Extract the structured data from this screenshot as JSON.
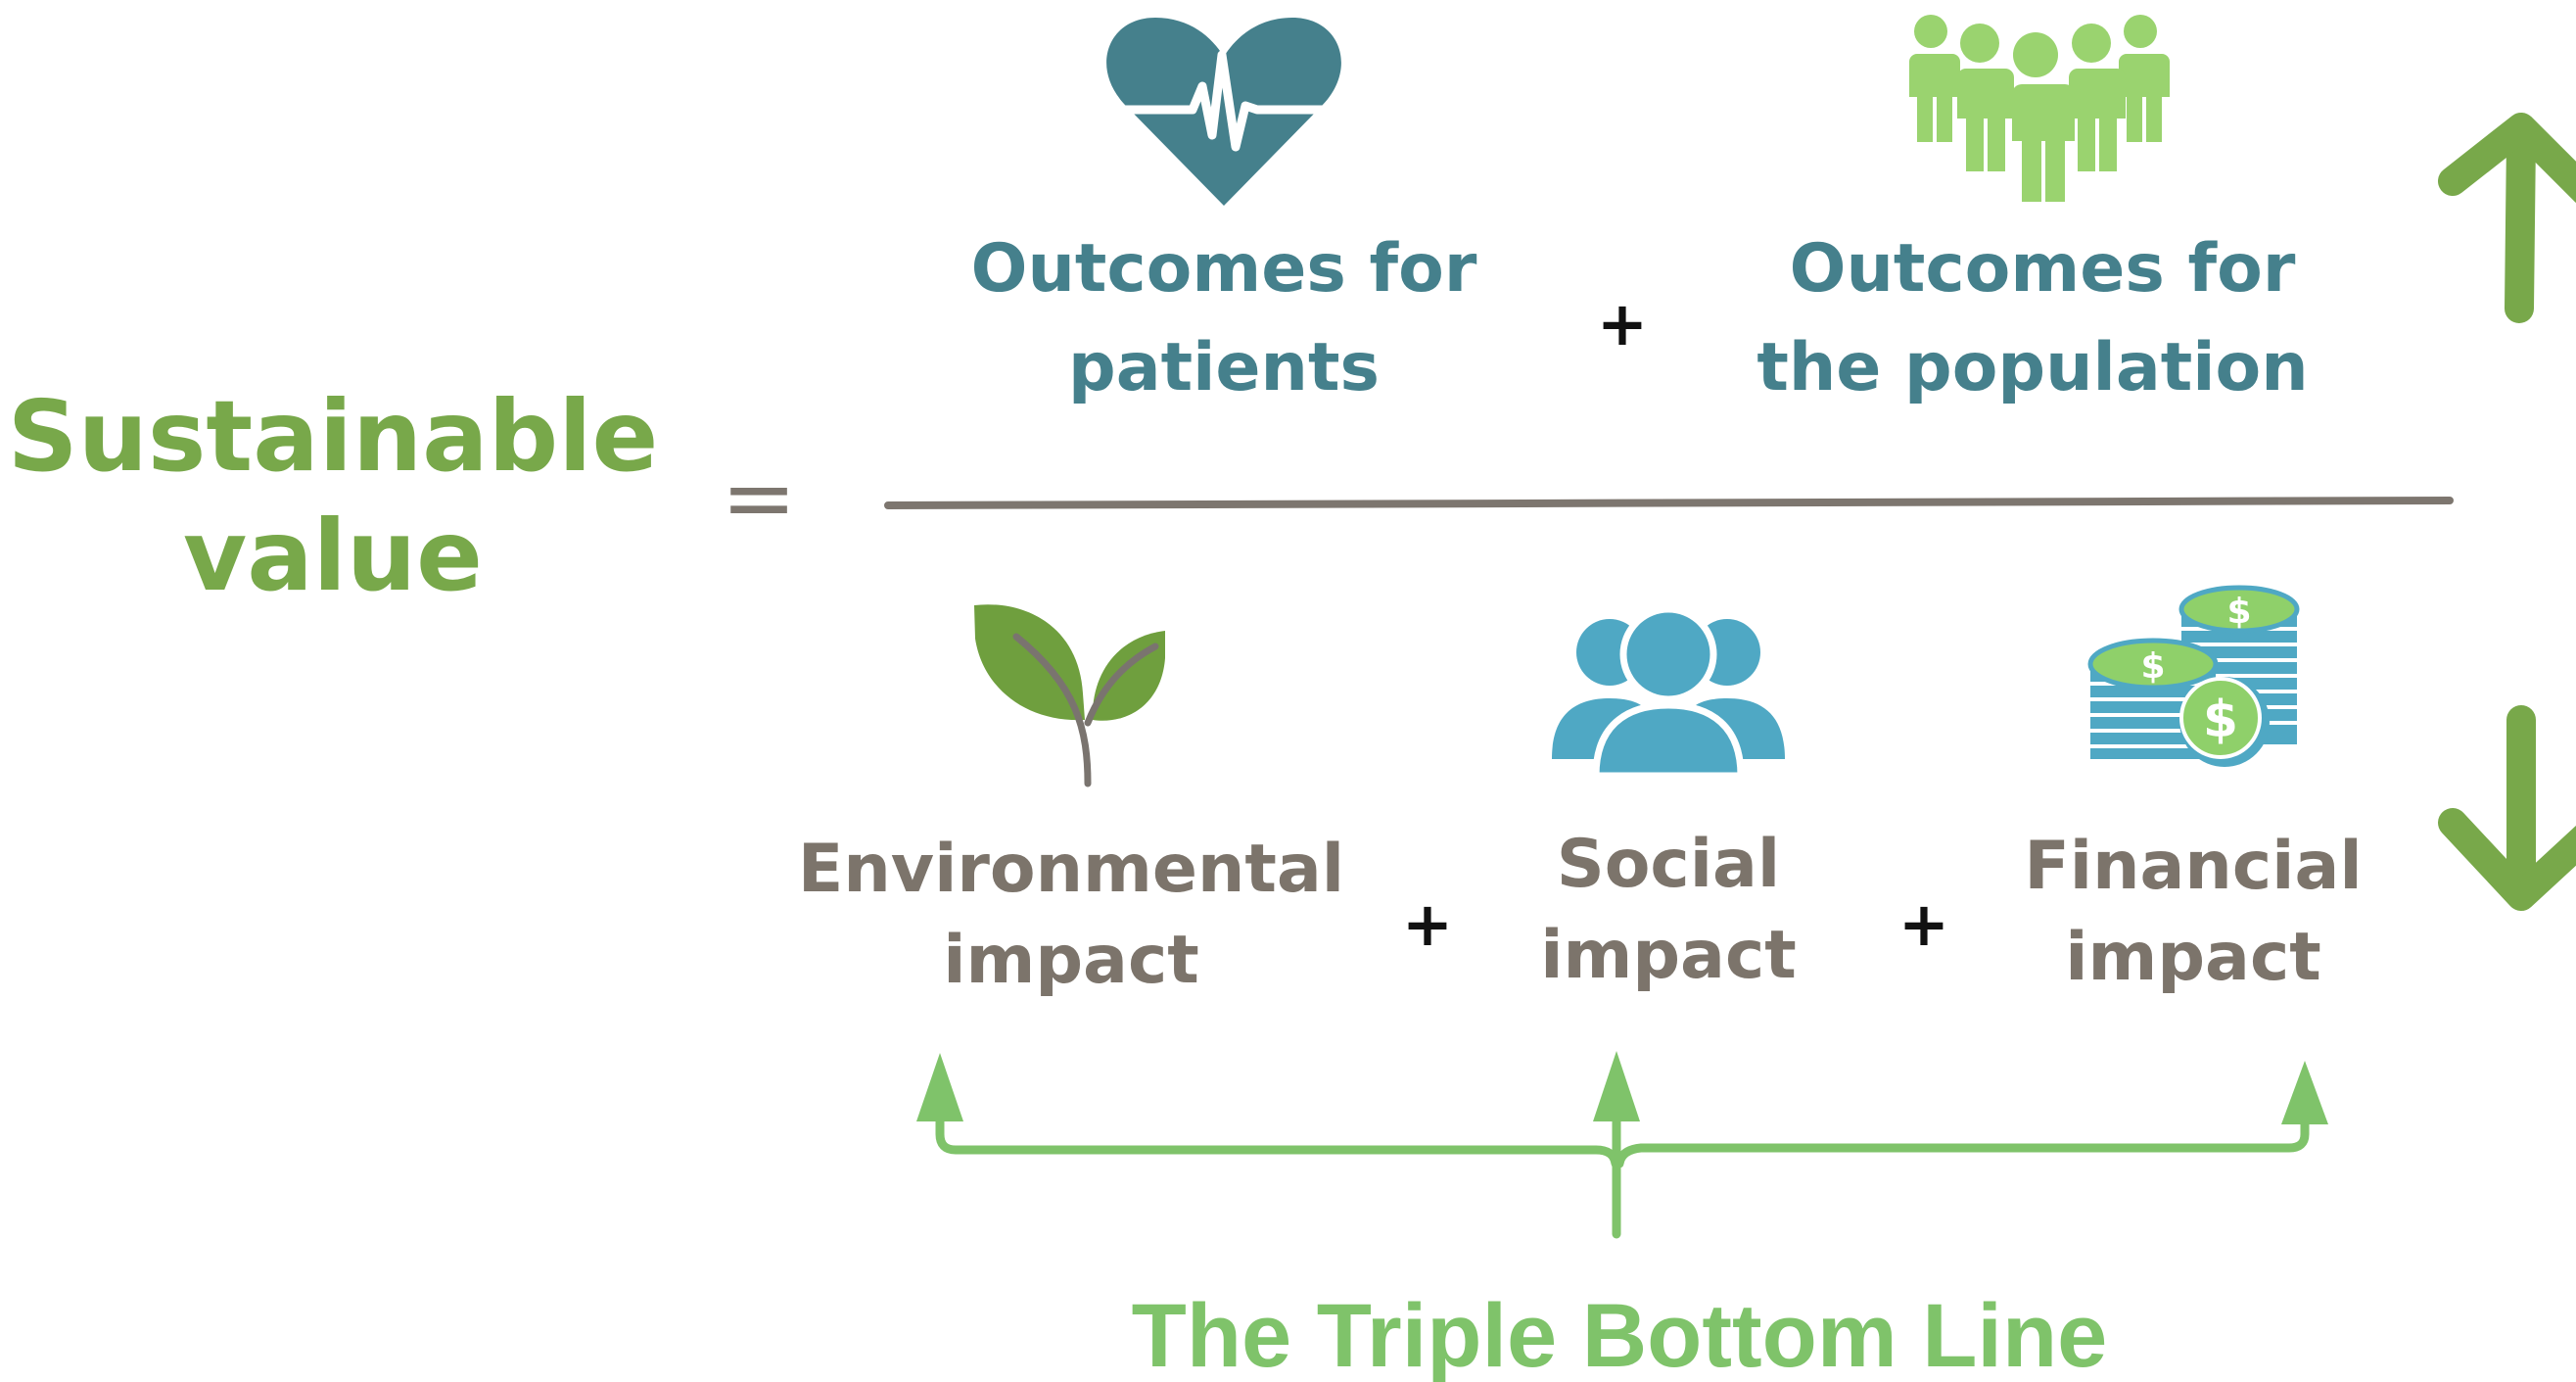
{
  "lhs": {
    "line1": "Sustainable",
    "line2": "value",
    "equals": "="
  },
  "numerator": {
    "patients": {
      "line1": "Outcomes for",
      "line2": "patients",
      "icon": "heart-pulse-icon"
    },
    "plus": "+",
    "population": {
      "line1": "Outcomes for",
      "line2": "the population",
      "icon": "population-icon"
    }
  },
  "denominator": {
    "environmental": {
      "line1": "Environmental",
      "line2": "impact",
      "icon": "leaf-sprout-icon"
    },
    "plus1": "+",
    "social": {
      "line1": "Social",
      "line2": "impact",
      "icon": "people-group-icon"
    },
    "plus2": "+",
    "financial": {
      "line1": "Financial",
      "line2": "impact",
      "icon": "coin-stacks-icon"
    }
  },
  "indicators": {
    "up": "arrow-up-icon",
    "down": "arrow-down-icon"
  },
  "footer": {
    "title": "The Triple Bottom Line"
  },
  "colors": {
    "teal": "#45808c",
    "green": "#78a84a",
    "light_green": "#7fc36a",
    "grey_text": "#7c746b",
    "social_blue": "#4fa8c4",
    "coin_green": "#8fd06a"
  }
}
